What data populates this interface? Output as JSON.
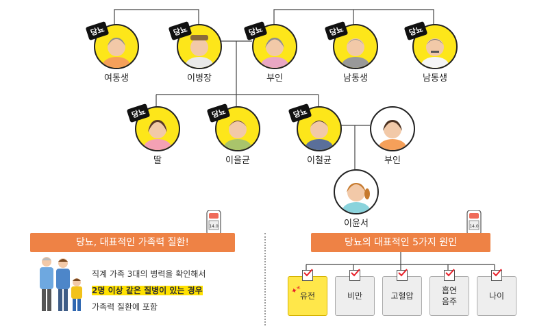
{
  "diabetes_tag": "당뇨",
  "family": {
    "gen1": [
      {
        "name": "여동생",
        "tagged": true
      },
      {
        "name": "이병장",
        "tagged": true
      },
      {
        "name": "부인",
        "tagged": true
      },
      {
        "name": "남동생",
        "tagged": true
      },
      {
        "name": "남동생",
        "tagged": true
      }
    ],
    "gen2": [
      {
        "name": "딸",
        "tagged": true
      },
      {
        "name": "이을균",
        "tagged": true
      },
      {
        "name": "이철균",
        "tagged": true
      },
      {
        "name": "부인",
        "tagged": false
      }
    ],
    "gen3": [
      {
        "name": "이윤서",
        "tagged": false
      }
    ]
  },
  "meter_reading": "14.0",
  "left_panel": {
    "title": "당뇨, 대표적인 가족력 질환!",
    "line1": "직계 가족 3대의 병력을 확인해서",
    "line2": "2명 이상 같은 질병이 있는 경우",
    "line3": "가족력 질환에 포함"
  },
  "right_panel": {
    "title": "당뇨의 대표적인 5가지 원인",
    "causes": [
      "유전",
      "비만",
      "고혈압",
      "흡연\n음주",
      "나이"
    ],
    "highlight": "유전"
  },
  "colors": {
    "yellow": "#fde61a",
    "orange": "#ee8245"
  }
}
